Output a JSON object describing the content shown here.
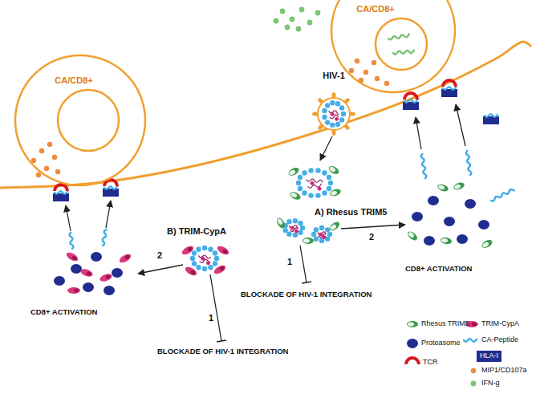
{
  "diagram": {
    "nodes": [
      {
        "text": [
          "CA/CD8+"
        ]
      },
      {
        "text": [
          "HIV-1"
        ]
      },
      {
        "text": [
          "CA/CD8+"
        ]
      }
    ],
    "labels": [
      "A) Rhesus TRIM5",
      "1",
      "2",
      "BLOCKADE OF HIV-1 INTEGRATION",
      "CD8+ ACTIVATION",
      "B) TRIM-CypA",
      "1",
      "2",
      "BLOCKADE OF HIV-1 INTEGRATION",
      "CD8+ ACTIVATION"
    ],
    "legend": [
      {
        "text": "Rhesus TRIM5"
      },
      {
        "text": "TRIM-CypA"
      },
      {
        "text": "Proteasome"
      },
      {
        "text": "CA-Peptide"
      },
      {
        "text": "TCR"
      },
      {
        "text": "HLA-I",
        "color": "#1f2d8f"
      },
      {
        "text": "MIP1/CD107a"
      },
      {
        "text": "IFN-g"
      }
    ]
  }
}
